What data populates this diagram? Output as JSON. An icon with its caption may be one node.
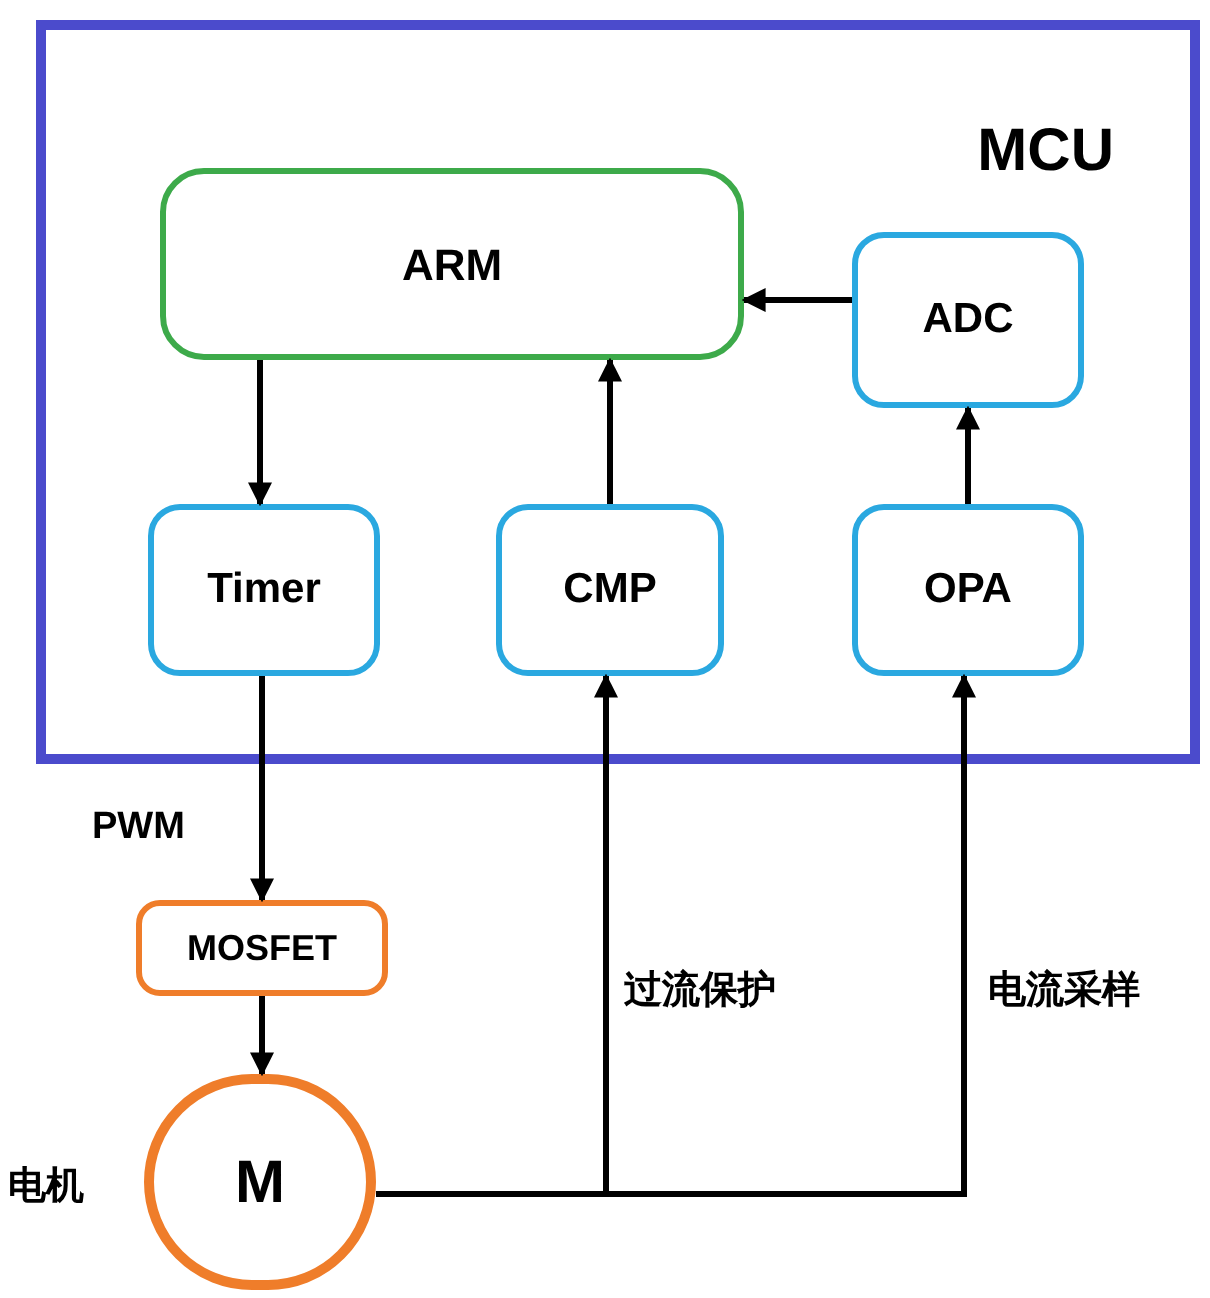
{
  "diagram": {
    "nodes": [
      {
        "text": [
          "MCU"
        ]
      },
      {
        "text": [
          "ARM"
        ],
        "in": 0
      },
      {
        "text": [
          "ADC"
        ],
        "in": 0
      },
      {
        "text": [
          "Timer"
        ],
        "in": 0
      },
      {
        "text": [
          "CMP"
        ],
        "in": 0
      },
      {
        "text": [
          "OPA"
        ],
        "in": 0
      },
      {
        "text": [
          "MOSFET"
        ]
      },
      {
        "text": [
          "M"
        ],
        "beside": [
          "电机"
        ]
      }
    ],
    "edges": [
      {
        "from": 1,
        "to": 3,
        "arrow": "to"
      },
      {
        "from": 4,
        "to": 1,
        "arrow": "to"
      },
      {
        "from": 2,
        "to": 1,
        "arrow": "to"
      },
      {
        "from": 5,
        "to": 2,
        "arrow": "to"
      },
      {
        "from": 3,
        "to": 6,
        "arrow": "to",
        "label": "PWM"
      },
      {
        "from": 6,
        "to": 7,
        "arrow": "to"
      },
      {
        "from": 7,
        "to": 4,
        "arrow": "to",
        "label": "过流保护"
      },
      {
        "from": 7,
        "to": 5,
        "arrow": "to",
        "label": "电流采样"
      }
    ]
  }
}
